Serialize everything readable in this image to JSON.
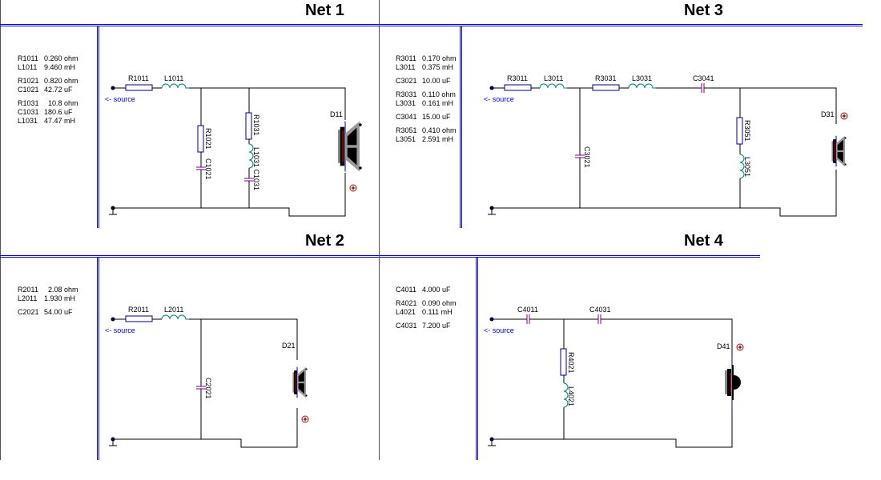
{
  "nets": [
    {
      "title": "Net 1",
      "parts_groups": [
        [
          {
            "name": "R1011",
            "value": "0.260 ohm"
          },
          {
            "name": "L1011",
            "value": "9.460 mH"
          }
        ],
        [
          {
            "name": "R1021",
            "value": "0.820 ohm"
          },
          {
            "name": "C1021",
            "value": "42.72 uF"
          }
        ],
        [
          {
            "name": "R1031",
            "value": "  10.8 ohm"
          },
          {
            "name": "C1031",
            "value": "180.6 uF"
          },
          {
            "name": "L1031",
            "value": "47.47 mH"
          }
        ]
      ],
      "source_label": "<- source",
      "labels": {
        "r_series": "R1011",
        "l_series": "L1011",
        "shunt1": "R1021  C1021",
        "shunt2": "R1031",
        "shunt2b": "L1031 C1031",
        "driver": "D11"
      }
    },
    {
      "title": "Net 2",
      "parts_groups": [
        [
          {
            "name": "R2011",
            "value": "  2.08 ohm"
          },
          {
            "name": "L2011",
            "value": "1.930 mH"
          }
        ],
        [
          {
            "name": "C2021",
            "value": "54.00 uF"
          }
        ]
      ],
      "source_label": "<- source",
      "labels": {
        "r_series": "R2011",
        "l_series": "L2011",
        "shunt1": "C2021",
        "driver": "D21"
      }
    },
    {
      "title": "Net 3",
      "parts_groups": [
        [
          {
            "name": "R3011",
            "value": "0.170 ohm"
          },
          {
            "name": "L3011",
            "value": "0.375 mH"
          }
        ],
        [
          {
            "name": "C3021",
            "value": "10.00 uF"
          }
        ],
        [
          {
            "name": "R3031",
            "value": "0.110 ohm"
          },
          {
            "name": "L3031",
            "value": "0.161 mH"
          }
        ],
        [
          {
            "name": "C3041",
            "value": "15.00 uF"
          }
        ],
        [
          {
            "name": "R3051",
            "value": "0.410 ohm"
          },
          {
            "name": "L3051",
            "value": "2.591 mH"
          }
        ]
      ],
      "source_label": "<- source",
      "labels": {
        "r1": "R3011",
        "l1": "L3011",
        "c_shunt": "C3021",
        "r2": "R3031",
        "l2": "L3031",
        "c_series": "C3041",
        "r_shunt": "R3051",
        "l_shunt": "L3051",
        "driver": "D31"
      }
    },
    {
      "title": "Net 4",
      "parts_groups": [
        [
          {
            "name": "C4011",
            "value": "4.000 uF"
          }
        ],
        [
          {
            "name": "R4021",
            "value": "0.090 ohm"
          },
          {
            "name": "L4021",
            "value": "0.111 mH"
          }
        ],
        [
          {
            "name": "C4031",
            "value": "7.200 uF"
          }
        ]
      ],
      "source_label": "<- source",
      "labels": {
        "c1": "C4011",
        "c2": "C4031",
        "r_shunt": "R4021",
        "l_shunt": "L4021",
        "driver": "D41"
      }
    }
  ],
  "colors": {
    "wire": "#000000",
    "resistor": "#000080",
    "inductor": "#008080",
    "capacitor": "#800080",
    "border": "#0000cc",
    "source": "#0000cc",
    "polarity": "#cc0000"
  }
}
